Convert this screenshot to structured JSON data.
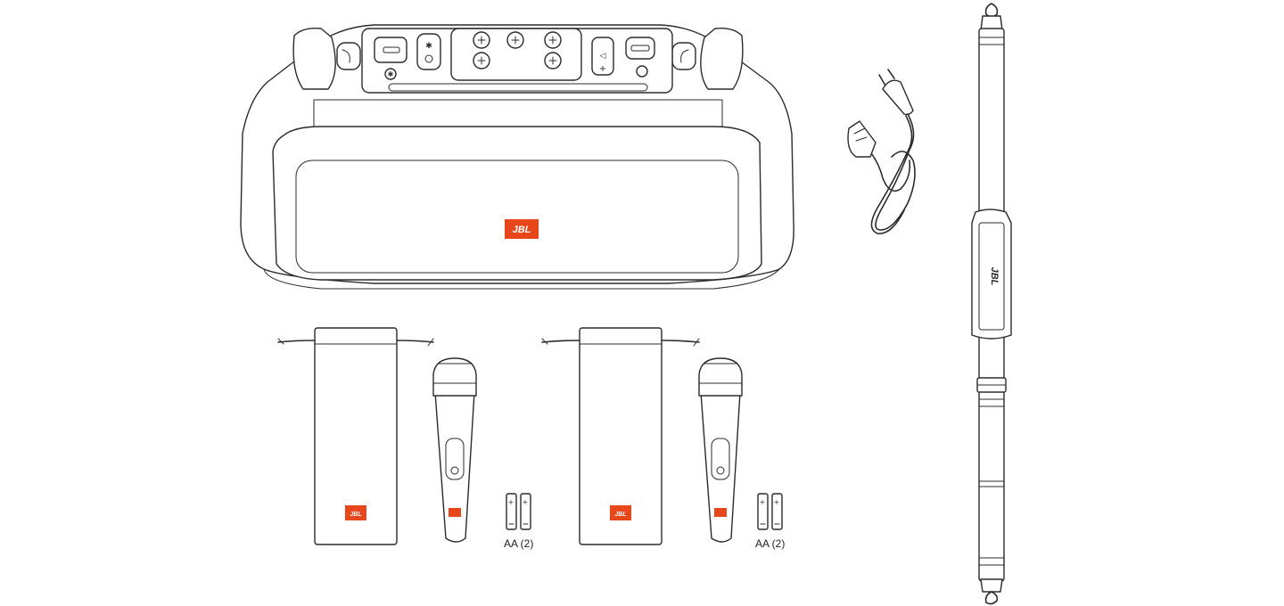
{
  "brand": {
    "logo_text": "JBL",
    "logo_color": "#e8461b"
  },
  "contents": {
    "speaker": {
      "name": "speaker"
    },
    "power_cord": {
      "name": "power cord"
    },
    "strap": {
      "name": "shoulder strap"
    },
    "mic_kits": [
      {
        "battery_label": "AA (2)"
      },
      {
        "battery_label": "AA (2)"
      }
    ]
  }
}
